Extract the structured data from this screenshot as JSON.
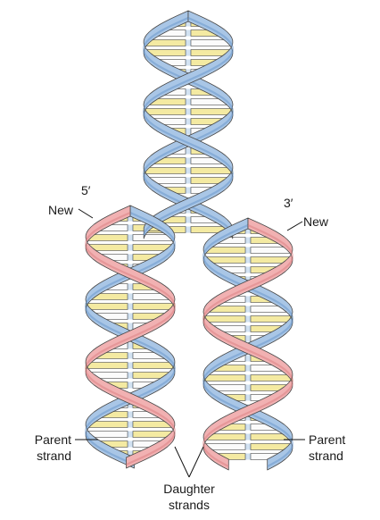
{
  "labels": {
    "five_prime": "5′",
    "three_prime": "3′",
    "new_left": "New",
    "new_right": "New",
    "parent_left_1": "Parent",
    "parent_left_2": "strand",
    "parent_right_1": "Parent",
    "parent_right_2": "strand",
    "daughter_1": "Daughter",
    "daughter_2": "strands"
  },
  "colors": {
    "parent_strand": "#a9c6e6",
    "parent_strand_dark": "#5d8fc8",
    "new_strand": "#f1b1b2",
    "new_strand_dark": "#d9777b",
    "base_yellow": "#f4eaa2",
    "base_white": "#fbfbfb",
    "bond_blue": "#8fb6dd",
    "outline": "#4a4a4a"
  }
}
